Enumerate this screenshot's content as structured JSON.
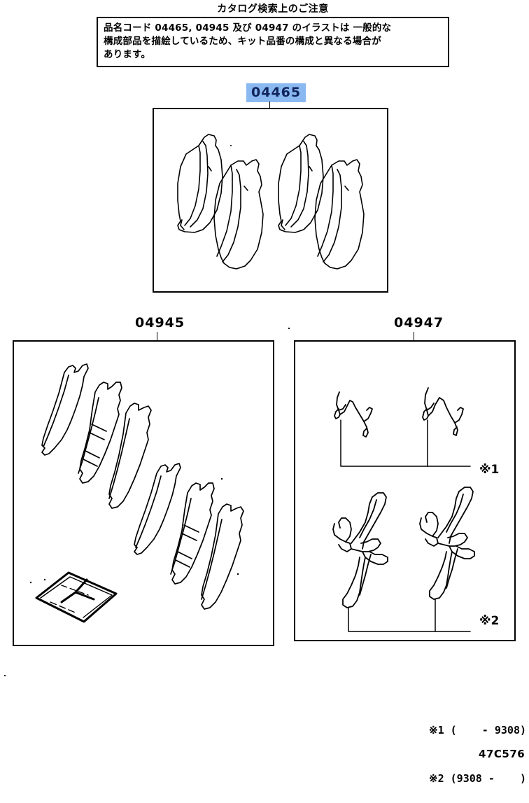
{
  "notice": {
    "title": "カタログ検索上のご注意",
    "body": "品名コード 04465, 04945 及び 04947 のイラストは 一般的な\n構成部品を描絵しているため、キット品番の構成と異なる場合が\nあります。"
  },
  "parts": [
    {
      "code": "04465",
      "highlighted": true,
      "highlight_bg": "#8ab9f2",
      "highlight_fg": "#11245c",
      "contents": "four-brake-pads"
    },
    {
      "code": "04945",
      "highlighted": false,
      "contents": "six-shim-plates-and-grease-packet"
    },
    {
      "code": "04947",
      "highlighted": false,
      "contents": "two-groups-of-spring-clips"
    }
  ],
  "callouts": [
    {
      "id": "note-1",
      "label": "※1"
    },
    {
      "id": "note-2",
      "label": "※2"
    }
  ],
  "footnotes": [
    "※1 (    - 9308)",
    "※2 (9308 -    )"
  ],
  "catalog_code": "47C576"
}
